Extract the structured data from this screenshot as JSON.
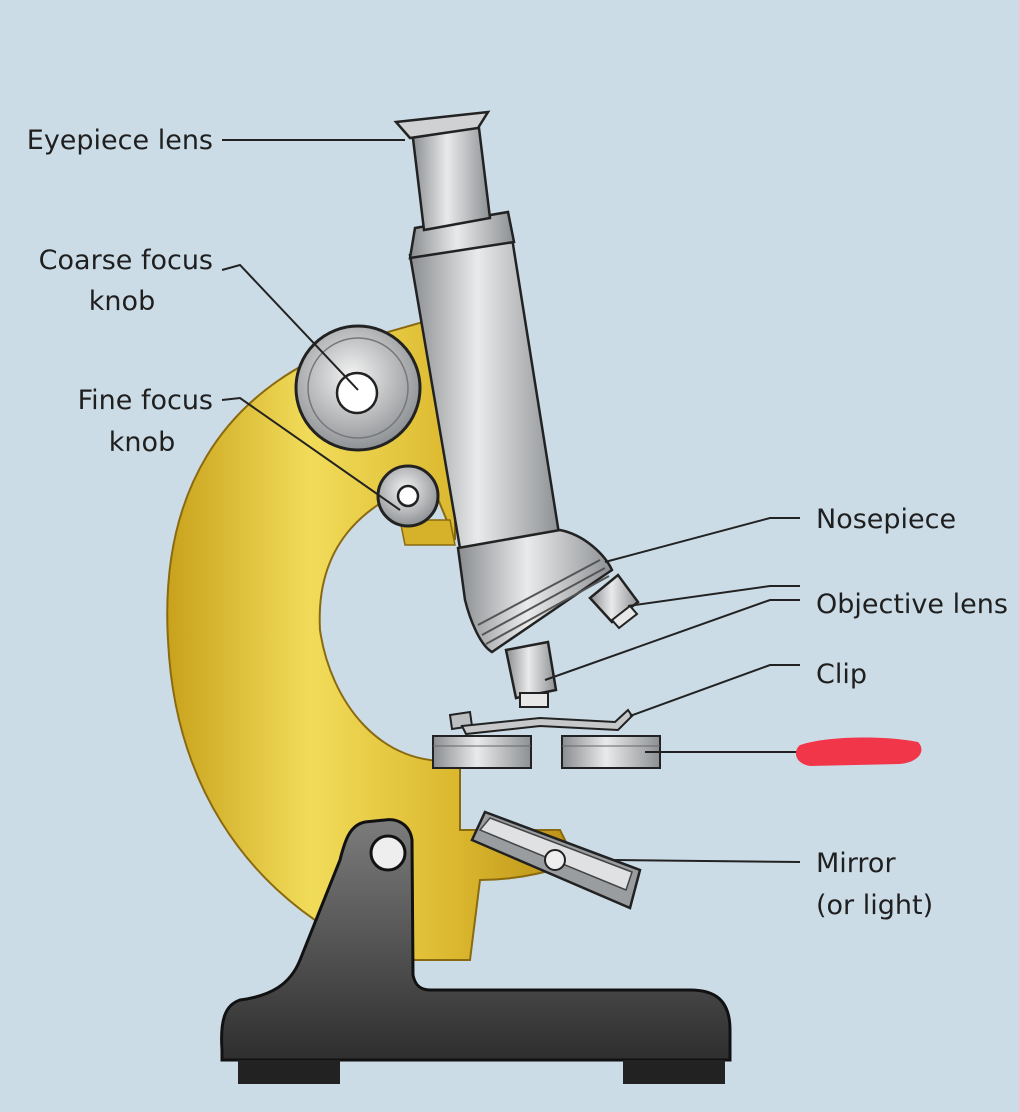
{
  "labels": {
    "eyepiece": "Eyepiece lens",
    "coarse_line1": "Coarse focus",
    "coarse_line2": "knob",
    "fine_line1": "Fine focus",
    "fine_line2": "knob",
    "nosepiece": "Nosepiece",
    "objective": "Objective lens",
    "clip": "Clip",
    "mirror_line1": "Mirror",
    "mirror_line2": "(or light)"
  },
  "colors": {
    "background": "#ccdce7",
    "arm": "#e2c23a",
    "base": "#3d3d3d",
    "metal": "#b5b8bb",
    "redaction": "#f2364a"
  }
}
